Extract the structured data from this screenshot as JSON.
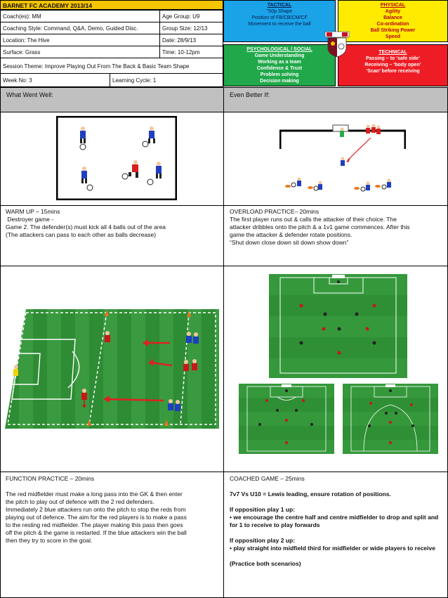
{
  "header": {
    "club": "BARNET FC ACADEMY 2013/14",
    "coaches": "Coach(es): MM",
    "age_group": "Age Group: U9",
    "coaching_style": "Coaching Style: Command, Q&A, Demo, Guided Disc.",
    "group_size": "Group Size: 12/13",
    "location": "Location: The Hive",
    "date": "Date: 28/9/13",
    "surface": "Surface: Grass",
    "time": "Time: 10-12pm",
    "session_theme": "Session Theme: Improve Playing Out From The Back & Basic Team Shape",
    "week_no": "Week No: 3",
    "learning_cycle": "Learning Cycle: 1"
  },
  "corners": {
    "tactical": {
      "title": "TACTICAL",
      "lines": [
        "\"50p Shape",
        "Position of FB/CB/CM/CF",
        "Movement to receive the ball"
      ],
      "color": "#1ba3e8"
    },
    "physical": {
      "title": "PHYSICAL",
      "lines": [
        "Agility",
        "Balance",
        "Co-ordination",
        "Ball Striking Power",
        "Speed"
      ],
      "color": "#ffeb00"
    },
    "psychological": {
      "title": "PSYCHOLOGICAL / SOCIAL",
      "lines": [
        "Game Understanding",
        "Working as a team",
        "Confidence & Trust",
        "Problem solving",
        "Decision making"
      ],
      "color": "#21a84a"
    },
    "technical": {
      "title": "TECHNICAL",
      "lines": [
        "Passing – to ‘safe side’",
        "Receiving – ‘body open’",
        "‘Scan’ before receiving"
      ],
      "color": "#ee1c24"
    }
  },
  "review": {
    "went_well": "What Went Well:",
    "even_better": "Even Better If:"
  },
  "sections": {
    "warm_up": {
      "title": "WARM UP – 15mins",
      "lines": [
        " Destroyer game -",
        "Game 2. The defender(s) must kick all 4 balls out of the area",
        "(The attackers can pass to each other as balls decrease)"
      ]
    },
    "overload": {
      "title": "OVERLOAD PRACTICE– 20mins",
      "lines": [
        "The first player runs out & calls the attacker of their choice. The",
        "attacker dribbles onto the pitch & a 1v1 game commences. After this",
        "game the attacker & defender rotate positions.",
        "“Shut down close down sit down show down”"
      ]
    },
    "function": {
      "title": "FUNCTION PRACTICE – 20mins",
      "lines": [
        "The red midfielder must make a long pass into the GK & then enter",
        "the pitch to play out of defence with the 2 red defenders.",
        "Immediately 2 blue attackers run onto the pitch to stop the reds from",
        "playing out of defence. The aim for the red players is to make a pass",
        "to the resting red midfielder. The player making this pass then goes",
        "off the pitch & the game is restarted. If the blue attackers win the ball",
        "then they try to score in the goal."
      ]
    },
    "coached_game": {
      "title": "COACHED GAME – 25mins",
      "line1": "7v7 Vs U10 = Lewis leading, ensure rotation of positions.",
      "if1": "If opposition play 1 up:",
      "if1_detail": "• we encourage the centre half and centre midfielder to drop and split and for 1 to receive to play forwards",
      "if2": "If opposition play 2 up:",
      "if2_detail": "• play straight into midfield third for midfielder or wide players to receive",
      "practice": "(Practice both scenarios)"
    }
  }
}
